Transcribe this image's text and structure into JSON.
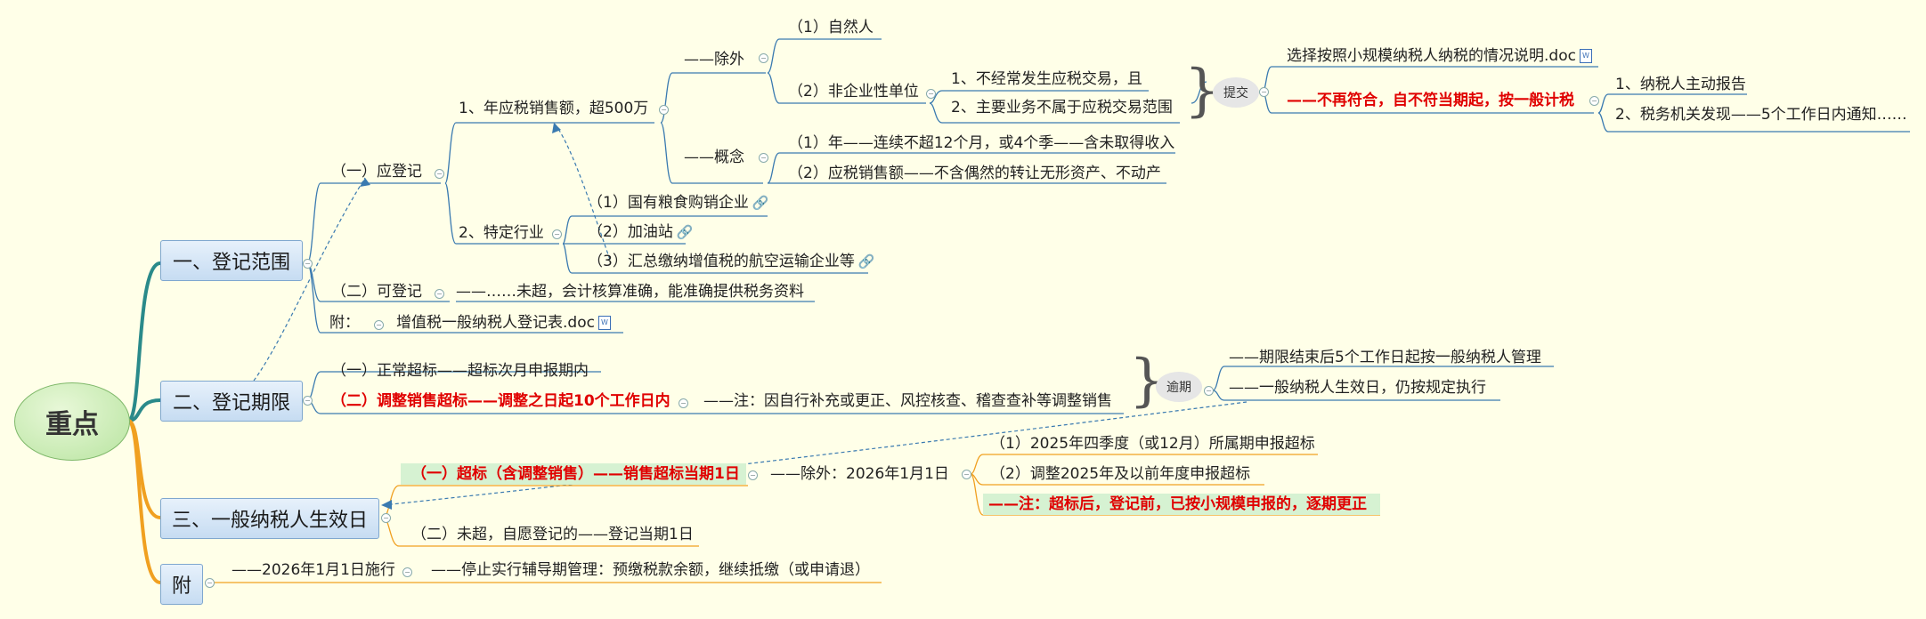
{
  "root": {
    "label": "重点"
  },
  "main": [
    {
      "label": "一、登记范围"
    },
    {
      "label": "二、登记期限"
    },
    {
      "label": "三、一般纳税人生效日"
    },
    {
      "label": "附"
    }
  ],
  "s1": {
    "ying": "（一）应登记",
    "sale": "1、年应税销售额，超500万",
    "chuwai": "——除外",
    "ziran": "（1）自然人",
    "feiqiye": "（2）非企业性单位",
    "cond1": "1、不经常发生应税交易，且",
    "cond2": "2、主要业务不属于应税交易范围",
    "tijiao": "提交",
    "doc1": "选择按照小规模纳税人纳税的情况说明.doc",
    "buzai": "——不再符合，自不符当期起，按一般计税",
    "rep1": "1、纳税人主动报告",
    "rep2": "2、税务机关发现——5个工作日内通知……",
    "gainian": "——概念",
    "nian": "（1）年——连续不超12个月，或4个季——含未取得收入",
    "xse": "（2）应税销售额——不含偶然的转让无形资产、不动产",
    "teding": "2、特定行业",
    "hy1": "（1）国有粮食购销企业",
    "hy2": "（2）加油站",
    "hy3": "（3）汇总缴纳增值税的航空运输企业等",
    "ke": "（二）可登记",
    "ke_desc": "——……未超，会计核算准确，能准确提供税务资料",
    "fu_label": "附：",
    "fu_doc": "增值税一般纳税人登记表.doc"
  },
  "s2": {
    "zhengchang": "（一）正常超标——超标次月申报期内",
    "tiaozheng": "（二）调整销售超标——调整之日起10个工作日内",
    "zhu": "——注：因自行补充或更正、风控核查、稽查查补等调整销售",
    "yuqi": "逾期",
    "yq1": "——期限结束后5个工作日起按一般纳税人管理",
    "yq2": "——一般纳税人生效日，仍按规定执行"
  },
  "s3": {
    "chaobiao": "（一）超标（含调整销售）——销售超标当期1日",
    "chuwai": "——除外：2026年1月1日",
    "c1": "（1）2025年四季度（或12月）所属期申报超标",
    "c2": "（2）调整2025年及以前年度申报超标",
    "c3": "——注：超标后，登记前，已按小规模申报的，逐期更正",
    "weichao": "（二）未超，自愿登记的——登记当期1日"
  },
  "s4": {
    "shixing": "——2026年1月1日施行",
    "tingzhi": "——停止实行辅导期管理：预缴税款余额，继续抵缴（或申请退）"
  },
  "colors": {
    "line_blue": "#3a7ab0",
    "line_orange": "#f0a020",
    "line_teal": "#2a8a8a",
    "emph_red": "#e00000"
  },
  "icons": {
    "doc": "word-doc-icon",
    "link": "link-icon",
    "collapse": "collapse-toggle-icon"
  }
}
